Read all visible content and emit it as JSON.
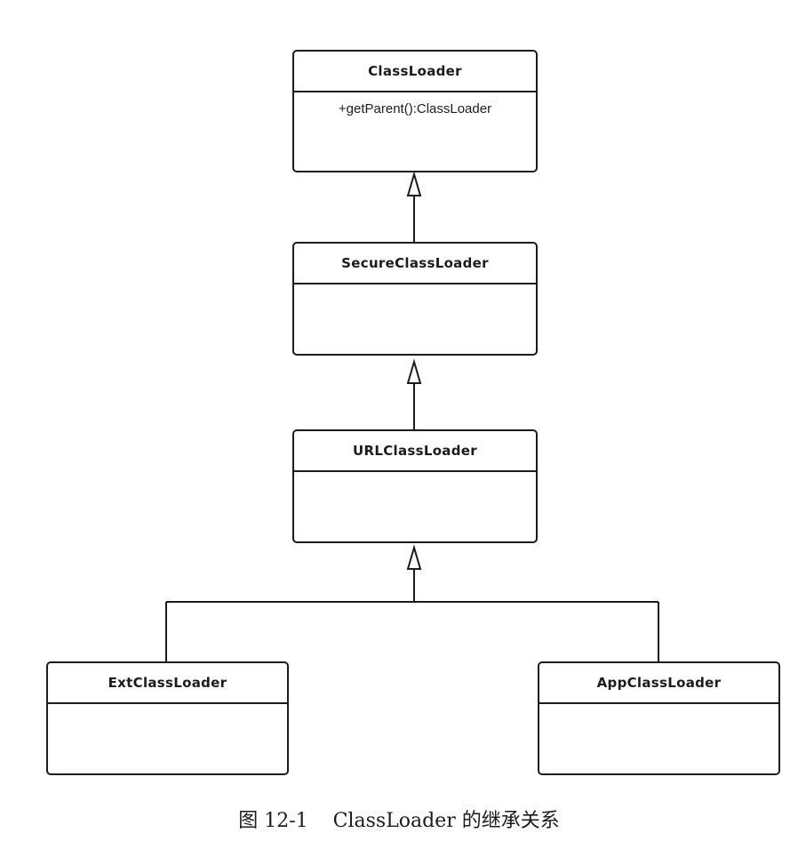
{
  "classes": {
    "classloader": {
      "name": "ClassLoader",
      "operations": [
        "+getParent():ClassLoader"
      ]
    },
    "secureclassloader": {
      "name": "SecureClassLoader",
      "operations": []
    },
    "urlclassloader": {
      "name": "URLClassLoader",
      "operations": []
    },
    "extclassloader": {
      "name": "ExtClassLoader",
      "operations": []
    },
    "appclassloader": {
      "name": "AppClassLoader",
      "operations": []
    }
  },
  "caption": {
    "number": "图 12-1",
    "text": "ClassLoader 的继承关系"
  },
  "colors": {
    "line": "#1c1c1c",
    "background": "#ffffff"
  }
}
